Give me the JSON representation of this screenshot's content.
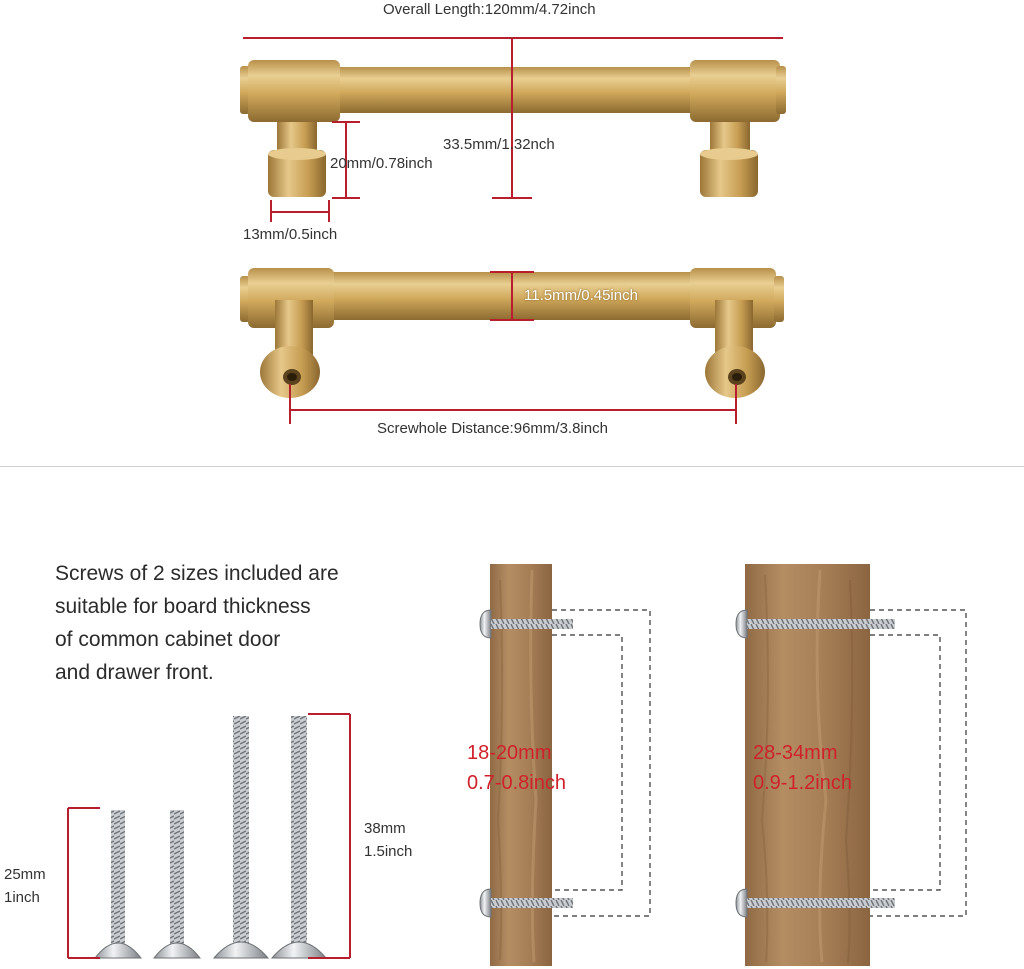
{
  "top": {
    "overall_length": "Overall Length:120mm/4.72inch",
    "height": "33.5mm/1.32nch",
    "leg_height": "20mm/0.78inch",
    "leg_diameter": "13mm/0.5inch",
    "bar_diameter": "11.5mm/0.45inch",
    "screwhole_distance": "Screwhole Distance:96mm/3.8inch"
  },
  "bottom": {
    "description": [
      "Screws of 2 sizes included are",
      "suitable for board thickness",
      "of common cabinet door",
      "and drawer front."
    ],
    "short_screw_mm": "25mm",
    "short_screw_in": "1inch",
    "long_screw_mm": "38mm",
    "long_screw_in": "1.5inch",
    "board1_mm": "18-20mm",
    "board1_in": "0.7-0.8inch",
    "board2_mm": "28-34mm",
    "board2_in": "0.9-1.2inch"
  },
  "colors": {
    "dimension_line": "#b81f2c",
    "brass": "#d2ad62",
    "wood": "#a9845c"
  }
}
